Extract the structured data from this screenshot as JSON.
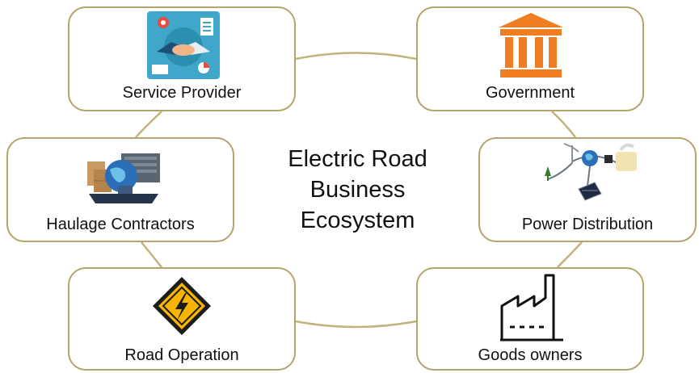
{
  "title_lines": [
    "Electric Road",
    "Business",
    "Ecosystem"
  ],
  "nodes": {
    "service_provider": {
      "label": "Service Provider",
      "icon": "handshake-icon"
    },
    "government": {
      "label": "Government",
      "icon": "government-building-icon"
    },
    "haulage_contractors": {
      "label": "Haulage Contractors",
      "icon": "global-logistics-icon"
    },
    "power_distribution": {
      "label": "Power Distribution",
      "icon": "power-network-icon"
    },
    "road_operation": {
      "label": "Road Operation",
      "icon": "high-voltage-sign-icon"
    },
    "goods_owners": {
      "label": "Goods owners",
      "icon": "factory-icon"
    }
  },
  "colors": {
    "border": "#b3a46b",
    "connector": "#c2b27c",
    "government_orange": "#ef7d22",
    "warning_yellow": "#f7b500"
  }
}
